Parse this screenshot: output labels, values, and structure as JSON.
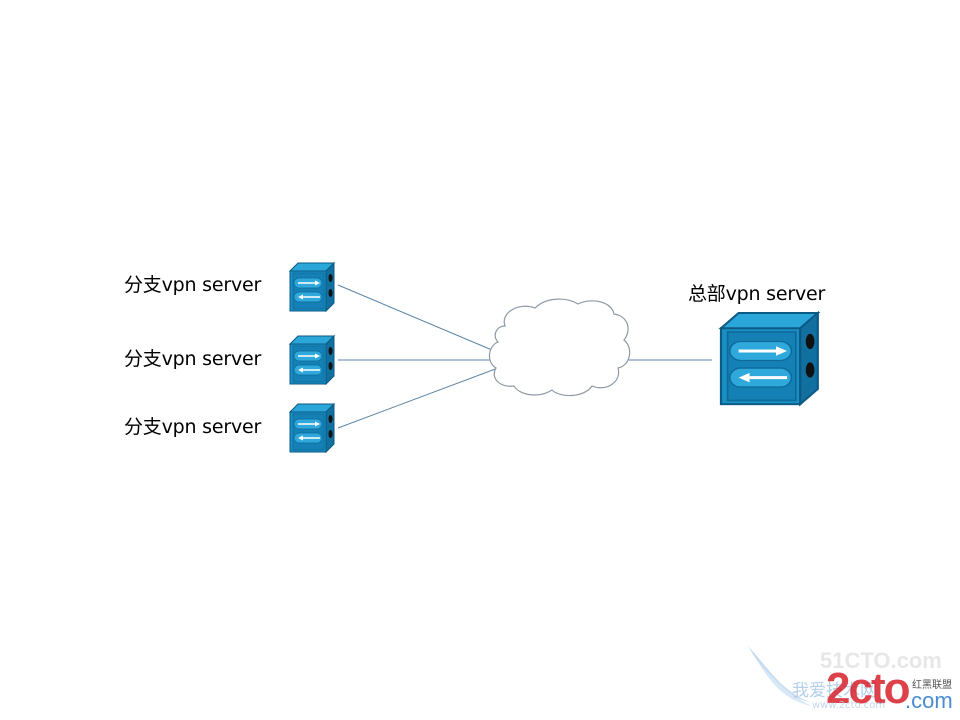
{
  "title": "VPN network topology",
  "nodes": {
    "branches": [
      {
        "label": "分支vpn server"
      },
      {
        "label": "分支vpn server"
      },
      {
        "label": "分支vpn server"
      }
    ],
    "hq": {
      "label": "总部vpn server"
    },
    "cloud": {
      "label": ""
    }
  },
  "edges": [
    {
      "from": "branch-1",
      "to": "cloud"
    },
    {
      "from": "branch-2",
      "to": "cloud"
    },
    {
      "from": "branch-3",
      "to": "cloud"
    },
    {
      "from": "cloud",
      "to": "hq"
    }
  ],
  "watermark": {
    "top": "51CTO.com",
    "left": "我爱技术网",
    "brand": "2cto",
    "suffix": ".com",
    "tag": "红黑联盟",
    "url": "www.2cto.com"
  },
  "colors": {
    "server_front": "#1a8fc4",
    "server_side": "#1170a0",
    "server_dark": "#0b5a85",
    "line": "#5a86a8",
    "cloud_stroke": "#8e9aa6",
    "brand_red": "#d8202a",
    "brand_blue": "#2a78c8"
  }
}
